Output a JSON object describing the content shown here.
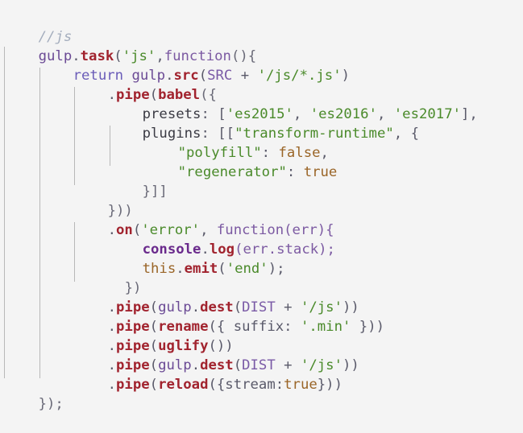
{
  "editor": {
    "language": "js",
    "background": "#f4f4f4",
    "colors": {
      "comment": "#a4adbd",
      "object": "#6b4a95",
      "method": "#a1232e",
      "string": "#4a8a2a",
      "keyword": "#6a5cb8",
      "boolean": "#9a6527"
    },
    "lines": [
      {
        "tokens": [
          {
            "t": "comment",
            "v": "//js"
          }
        ]
      },
      {
        "tokens": [
          {
            "t": "obj",
            "v": "gulp"
          },
          {
            "t": "punc",
            "v": "."
          },
          {
            "t": "method",
            "v": "task"
          },
          {
            "t": "punc",
            "v": "("
          },
          {
            "t": "str",
            "v": "'js'"
          },
          {
            "t": "punc",
            "v": ","
          },
          {
            "t": "fn",
            "v": "function"
          },
          {
            "t": "punc",
            "v": "(){"
          }
        ]
      },
      {
        "tokens": [
          {
            "t": "kw",
            "v": "return"
          },
          {
            "t": "ident",
            "v": " "
          },
          {
            "t": "obj",
            "v": "gulp"
          },
          {
            "t": "punc",
            "v": "."
          },
          {
            "t": "method",
            "v": "src"
          },
          {
            "t": "punc",
            "v": "("
          },
          {
            "t": "const",
            "v": "SRC"
          },
          {
            "t": "punc",
            "v": " + "
          },
          {
            "t": "str",
            "v": "'/js/*.js'"
          },
          {
            "t": "punc",
            "v": ")"
          }
        ]
      },
      {
        "tokens": [
          {
            "t": "punc",
            "v": "."
          },
          {
            "t": "method",
            "v": "pipe"
          },
          {
            "t": "punc",
            "v": "("
          },
          {
            "t": "method",
            "v": "babel"
          },
          {
            "t": "punc",
            "v": "({"
          }
        ]
      },
      {
        "tokens": [
          {
            "t": "ident",
            "v": "presets"
          },
          {
            "t": "punc",
            "v": ": ["
          },
          {
            "t": "str",
            "v": "'es2015'"
          },
          {
            "t": "punc",
            "v": ", "
          },
          {
            "t": "str",
            "v": "'es2016'"
          },
          {
            "t": "punc",
            "v": ", "
          },
          {
            "t": "str",
            "v": "'es2017'"
          },
          {
            "t": "punc",
            "v": "],"
          }
        ]
      },
      {
        "tokens": [
          {
            "t": "ident",
            "v": "plugins"
          },
          {
            "t": "punc",
            "v": ": [["
          },
          {
            "t": "str",
            "v": "\"transform-runtime\""
          },
          {
            "t": "punc",
            "v": ", {"
          }
        ]
      },
      {
        "tokens": [
          {
            "t": "str",
            "v": "\"polyfill\""
          },
          {
            "t": "punc",
            "v": ": "
          },
          {
            "t": "bool",
            "v": "false"
          },
          {
            "t": "punc",
            "v": ","
          }
        ]
      },
      {
        "tokens": [
          {
            "t": "str",
            "v": "\"regenerator\""
          },
          {
            "t": "punc",
            "v": ": "
          },
          {
            "t": "bool",
            "v": "true"
          }
        ]
      },
      {
        "tokens": [
          {
            "t": "punc",
            "v": "}]]"
          }
        ]
      },
      {
        "tokens": [
          {
            "t": "punc",
            "v": "}))"
          }
        ]
      },
      {
        "tokens": [
          {
            "t": "punc",
            "v": "."
          },
          {
            "t": "method",
            "v": "on"
          },
          {
            "t": "punc",
            "v": "("
          },
          {
            "t": "str",
            "v": "'error'"
          },
          {
            "t": "punc",
            "v": ", "
          },
          {
            "t": "fn",
            "v": "function"
          },
          {
            "t": "punc",
            "v": "(err){"
          }
        ]
      },
      {
        "tokens": [
          {
            "t": "console",
            "v": "console"
          },
          {
            "t": "punc",
            "v": "."
          },
          {
            "t": "method",
            "v": "log"
          },
          {
            "t": "punc",
            "v": "(err.stack);"
          }
        ]
      },
      {
        "tokens": [
          {
            "t": "this",
            "v": "this"
          },
          {
            "t": "punc",
            "v": "."
          },
          {
            "t": "method",
            "v": "emit"
          },
          {
            "t": "punc",
            "v": "("
          },
          {
            "t": "str",
            "v": "'end'"
          },
          {
            "t": "punc",
            "v": ");"
          }
        ]
      },
      {
        "tokens": [
          {
            "t": "punc",
            "v": "})"
          }
        ]
      },
      {
        "tokens": [
          {
            "t": "punc",
            "v": "."
          },
          {
            "t": "method",
            "v": "pipe"
          },
          {
            "t": "punc",
            "v": "("
          },
          {
            "t": "obj",
            "v": "gulp"
          },
          {
            "t": "punc",
            "v": "."
          },
          {
            "t": "method",
            "v": "dest"
          },
          {
            "t": "punc",
            "v": "("
          },
          {
            "t": "const",
            "v": "DIST"
          },
          {
            "t": "punc",
            "v": " + "
          },
          {
            "t": "str",
            "v": "'/js'"
          },
          {
            "t": "punc",
            "v": "))"
          }
        ]
      },
      {
        "tokens": [
          {
            "t": "punc",
            "v": "."
          },
          {
            "t": "method",
            "v": "pipe"
          },
          {
            "t": "punc",
            "v": "("
          },
          {
            "t": "method",
            "v": "rename"
          },
          {
            "t": "punc",
            "v": "({ suffix: "
          },
          {
            "t": "str",
            "v": "'.min'"
          },
          {
            "t": "punc",
            "v": " }))"
          }
        ]
      },
      {
        "tokens": [
          {
            "t": "punc",
            "v": "."
          },
          {
            "t": "method",
            "v": "pipe"
          },
          {
            "t": "punc",
            "v": "("
          },
          {
            "t": "method",
            "v": "uglify"
          },
          {
            "t": "punc",
            "v": "())"
          }
        ]
      },
      {
        "tokens": [
          {
            "t": "punc",
            "v": "."
          },
          {
            "t": "method",
            "v": "pipe"
          },
          {
            "t": "punc",
            "v": "("
          },
          {
            "t": "obj",
            "v": "gulp"
          },
          {
            "t": "punc",
            "v": "."
          },
          {
            "t": "method",
            "v": "dest"
          },
          {
            "t": "punc",
            "v": "("
          },
          {
            "t": "const",
            "v": "DIST"
          },
          {
            "t": "punc",
            "v": " + "
          },
          {
            "t": "str",
            "v": "'/js'"
          },
          {
            "t": "punc",
            "v": "))"
          }
        ]
      },
      {
        "tokens": [
          {
            "t": "punc",
            "v": "."
          },
          {
            "t": "method",
            "v": "pipe"
          },
          {
            "t": "punc",
            "v": "("
          },
          {
            "t": "method",
            "v": "reload"
          },
          {
            "t": "punc",
            "v": "({stream:"
          },
          {
            "t": "bool",
            "v": "true"
          },
          {
            "t": "punc",
            "v": "}))"
          }
        ]
      },
      {
        "tokens": [
          {
            "t": "punc",
            "v": "});"
          }
        ]
      }
    ]
  }
}
